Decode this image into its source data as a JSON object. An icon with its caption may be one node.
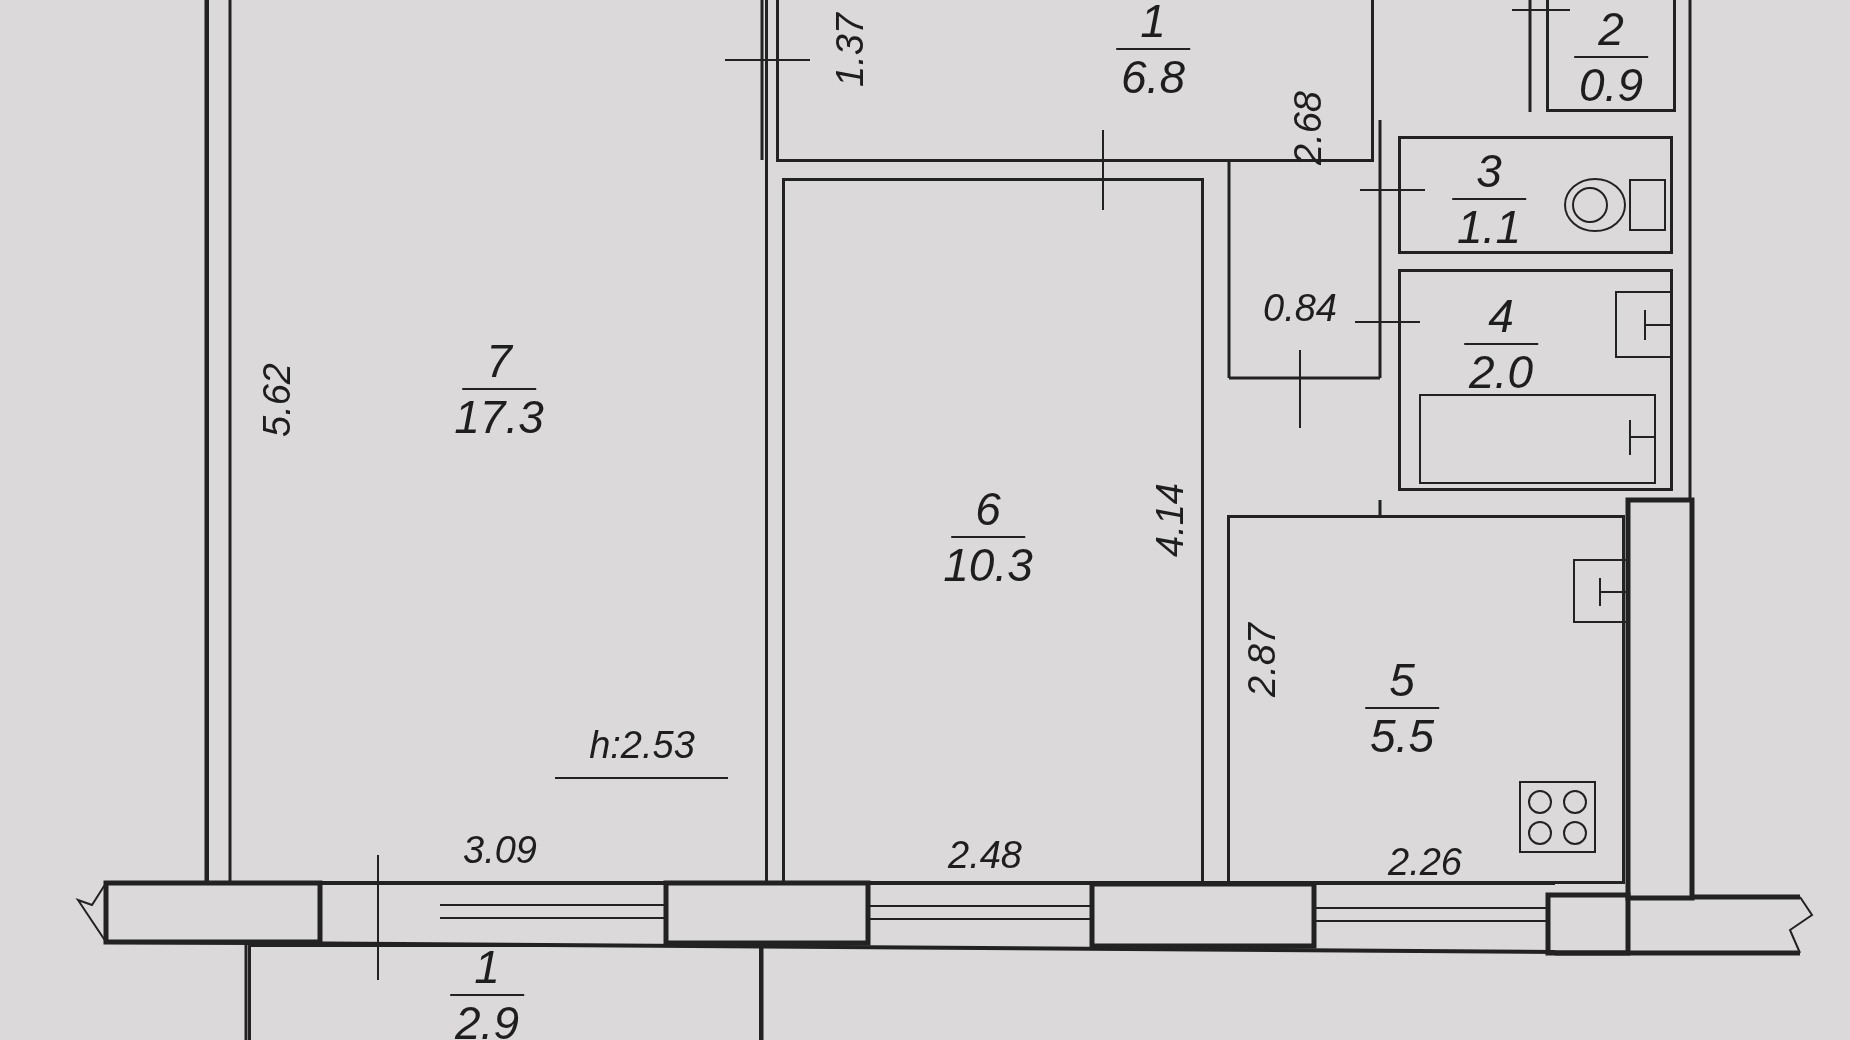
{
  "diagram": {
    "nodes": [
      {
        "text": [
          "7",
          "17.3"
        ]
      },
      {
        "text": [
          "6",
          "10.3"
        ]
      },
      {
        "text": [
          "1",
          "6.8"
        ]
      },
      {
        "text": [
          "2",
          "0.9"
        ]
      },
      {
        "text": [
          "3",
          "1.1"
        ]
      },
      {
        "text": [
          "4",
          "2.0"
        ]
      },
      {
        "text": [
          "5",
          "5.5"
        ]
      },
      {
        "text": [
          "1",
          "2.9"
        ]
      }
    ],
    "labels": [
      "1.37",
      "2.68",
      "0.84",
      "5.62",
      "4.14",
      "2.87",
      "h:2.53",
      "3.09",
      "2.48",
      "2.26"
    ]
  }
}
